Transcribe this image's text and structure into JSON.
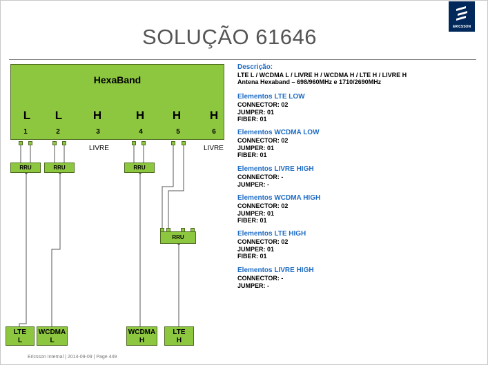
{
  "slide": {
    "title": "SOLUÇÃO 61646",
    "logo_text": "ERICSSON",
    "footer": "Ericsson Internal  |  2014-09-09  |  Page 449"
  },
  "antenna": {
    "name": "HexaBand",
    "bands": [
      "L",
      "L",
      "H",
      "H",
      "H",
      "H"
    ],
    "ports": [
      "1",
      "2",
      "3",
      "4",
      "5",
      "6"
    ],
    "livre_label": "LIVRE"
  },
  "rru": {
    "label": "RRU"
  },
  "endpoints": [
    {
      "line1": "LTE",
      "line2": "L"
    },
    {
      "line1": "WCDMA",
      "line2": "L"
    },
    {
      "line1": "WCDMA",
      "line2": "H"
    },
    {
      "line1": "LTE",
      "line2": "H"
    }
  ],
  "description": {
    "heading": "Descrição:",
    "line1": "LTE L / WCDMA L / LIVRE H / WCDMA H / LTE H / LIVRE H",
    "line2": "Antena Hexaband – 698/960MHz  e  1710/2690MHz"
  },
  "sections": [
    {
      "heading": "Elementos LTE LOW",
      "lines": [
        "CONNECTOR: 02",
        "JUMPER: 01",
        "FIBER: 01"
      ]
    },
    {
      "heading": "Elementos WCDMA LOW",
      "lines": [
        "CONNECTOR: 02",
        "JUMPER: 01",
        "FIBER: 01"
      ]
    },
    {
      "heading": "Elementos LIVRE HIGH",
      "lines": [
        "CONNECTOR: -",
        "JUMPER: -"
      ]
    },
    {
      "heading": "Elementos WCDMA HIGH",
      "lines": [
        "CONNECTOR: 02",
        "JUMPER: 01",
        "FIBER: 01"
      ]
    },
    {
      "heading": "Elementos LTE HIGH",
      "lines": [
        "CONNECTOR: 02",
        "JUMPER: 01",
        "FIBER: 01"
      ]
    },
    {
      "heading": "Elementos LIVRE HIGH",
      "lines": [
        "CONNECTOR: -",
        "JUMPER: -"
      ]
    }
  ]
}
